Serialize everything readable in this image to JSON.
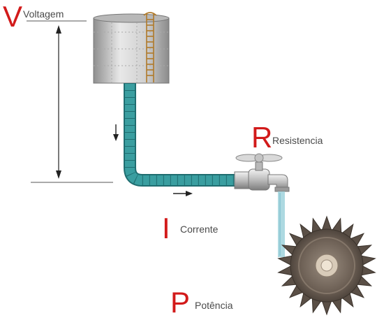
{
  "labels": {
    "voltage": {
      "letter": "V",
      "text": "Voltagem"
    },
    "resistance": {
      "letter": "R",
      "text": "Resistencia"
    },
    "current": {
      "letter": "I",
      "text": "Corrente"
    },
    "power": {
      "letter": "P",
      "text": "Potência"
    }
  },
  "colors": {
    "accent": "#d21a1a",
    "label_text": "#4a4a4a",
    "pipe": "#3a9ea0",
    "water": "#9fd2dc",
    "tank": "#c9c9c9",
    "wheel": "#6b5e53"
  }
}
